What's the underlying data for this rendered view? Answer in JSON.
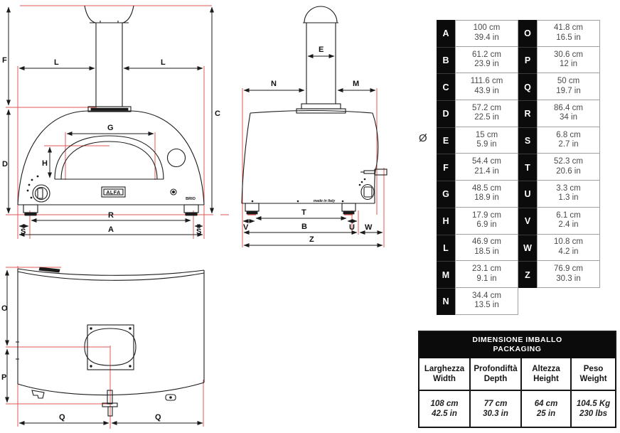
{
  "front_view": {
    "brand": "ALFA",
    "model": "BRIO",
    "dims": {
      "F": "F",
      "D": "D",
      "C": "C",
      "L": "L",
      "G": "G",
      "H": "H",
      "R": "R",
      "S": "S",
      "A": "A"
    }
  },
  "side_view": {
    "made_in": "made in Italy",
    "dims": {
      "E": "E",
      "N": "N",
      "M": "M",
      "V": "V",
      "T": "T",
      "U": "U",
      "B": "B",
      "W": "W",
      "Z": "Z"
    }
  },
  "top_view": {
    "dims": {
      "O": "O",
      "P": "P",
      "Q": "Q"
    }
  },
  "dimension_table": {
    "diameter_symbol": "Ø",
    "left_rows": [
      {
        "letter": "A",
        "cm": "100 cm",
        "in": "39.4 in"
      },
      {
        "letter": "B",
        "cm": "61.2 cm",
        "in": "23.9 in"
      },
      {
        "letter": "C",
        "cm": "111.6 cm",
        "in": "43.9 in"
      },
      {
        "letter": "D",
        "cm": "57.2 cm",
        "in": "22.5 in"
      },
      {
        "letter": "E",
        "cm": "15 cm",
        "in": "5.9 in"
      },
      {
        "letter": "F",
        "cm": "54.4 cm",
        "in": "21.4 in"
      },
      {
        "letter": "G",
        "cm": "48.5 cm",
        "in": "18.9 in"
      },
      {
        "letter": "H",
        "cm": "17.9 cm",
        "in": "6.9 in"
      },
      {
        "letter": "L",
        "cm": "46.9 cm",
        "in": "18.5 in"
      },
      {
        "letter": "M",
        "cm": "23.1 cm",
        "in": "9.1 in"
      },
      {
        "letter": "N",
        "cm": "34.4 cm",
        "in": "13.5 in"
      }
    ],
    "right_rows": [
      {
        "letter": "O",
        "cm": "41.8 cm",
        "in": "16.5 in"
      },
      {
        "letter": "P",
        "cm": "30.6 cm",
        "in": "12 in"
      },
      {
        "letter": "Q",
        "cm": "50 cm",
        "in": "19.7 in"
      },
      {
        "letter": "R",
        "cm": "86.4 cm",
        "in": "34 in"
      },
      {
        "letter": "S",
        "cm": "6.8 cm",
        "in": "2.7 in"
      },
      {
        "letter": "T",
        "cm": "52.3 cm",
        "in": "20.6 in"
      },
      {
        "letter": "U",
        "cm": "3.3 cm",
        "in": "1.3 in"
      },
      {
        "letter": "V",
        "cm": "6.1 cm",
        "in": "2.4 in"
      },
      {
        "letter": "W",
        "cm": "10.8 cm",
        "in": "4.2 in"
      },
      {
        "letter": "Z",
        "cm": "76.9 cm",
        "in": "30.3 in"
      }
    ]
  },
  "packaging_table": {
    "title_line1": "DIMENSIONE IMBALLO",
    "title_line2": "PACKAGING",
    "columns": [
      {
        "label_it": "Larghezza",
        "label_en": "Width",
        "metric": "108 cm",
        "imperial": "42.5 in"
      },
      {
        "label_it": "Profondiftà",
        "label_en": "Depth",
        "metric": "77 cm",
        "imperial": "30.3 in"
      },
      {
        "label_it": "Altezza",
        "label_en": "Height",
        "metric": "64 cm",
        "imperial": "25 in"
      },
      {
        "label_it": "Peso",
        "label_en": "Weight",
        "metric": "104.5 Kg",
        "imperial": "230 lbs"
      }
    ]
  },
  "colors": {
    "line_black": "#1b1b1b",
    "line_red": "#e05a55",
    "table_black": "#0b0b0b",
    "value_text": "#4a4a4a"
  }
}
